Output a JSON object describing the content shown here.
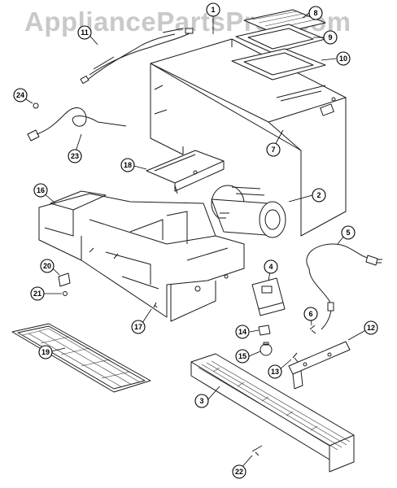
{
  "watermark": "AppliancePartsPros.com",
  "callouts": [
    {
      "id": "1",
      "label": "1"
    },
    {
      "id": "2",
      "label": "2"
    },
    {
      "id": "3",
      "label": "3"
    },
    {
      "id": "4",
      "label": "4"
    },
    {
      "id": "5",
      "label": "5"
    },
    {
      "id": "6",
      "label": "6"
    },
    {
      "id": "7",
      "label": "7"
    },
    {
      "id": "8",
      "label": "8"
    },
    {
      "id": "9",
      "label": "9"
    },
    {
      "id": "10",
      "label": "10"
    },
    {
      "id": "11",
      "label": "11"
    },
    {
      "id": "12",
      "label": "12"
    },
    {
      "id": "13",
      "label": "13"
    },
    {
      "id": "14",
      "label": "14"
    },
    {
      "id": "15",
      "label": "15"
    },
    {
      "id": "16",
      "label": "16"
    },
    {
      "id": "17",
      "label": "17"
    },
    {
      "id": "18",
      "label": "18"
    },
    {
      "id": "19",
      "label": "19"
    },
    {
      "id": "20",
      "label": "20"
    },
    {
      "id": "21",
      "label": "21"
    },
    {
      "id": "22",
      "label": "22"
    },
    {
      "id": "23",
      "label": "23"
    },
    {
      "id": "24",
      "label": "24"
    }
  ]
}
